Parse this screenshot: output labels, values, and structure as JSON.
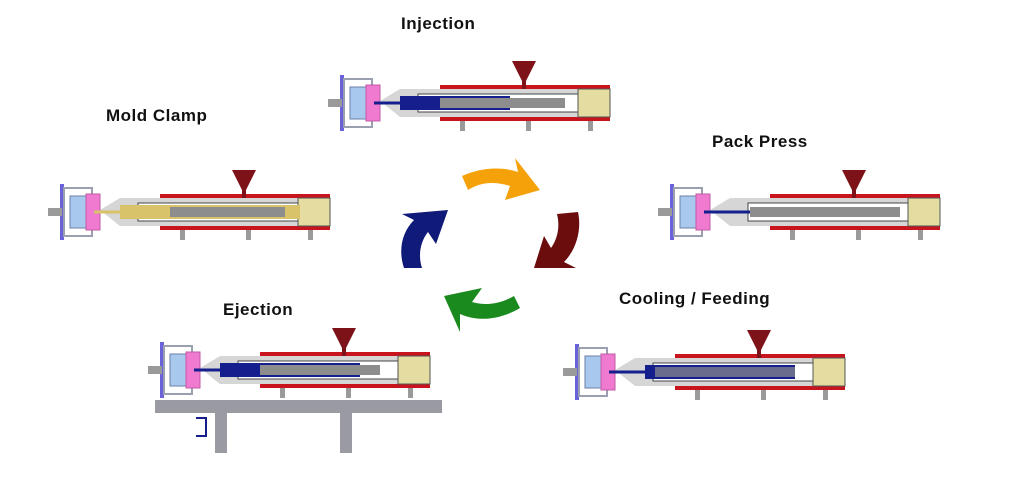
{
  "stages": [
    {
      "label": "Injection"
    },
    {
      "label": "Pack Press"
    },
    {
      "label": "Cooling / Feeding"
    },
    {
      "label": "Ejection"
    },
    {
      "label": "Mold Clamp"
    }
  ],
  "colors": {
    "hopper": "#7d1218",
    "barrel": "#d6d6d6",
    "heater": "#c8141c",
    "mold_frame": "#6a62d8",
    "mold_pink": "#f07ad0",
    "mold_light": "#a9c8ee",
    "melt_blue": "#141e8c",
    "melt_gold": "#d8c26a",
    "screw": "#8d8d8d",
    "motor": "#e4dca0",
    "arrow_orange": "#f5a20a",
    "arrow_maroon": "#6b0d0d",
    "arrow_green": "#1a8a1f",
    "arrow_navy": "#101a78"
  }
}
